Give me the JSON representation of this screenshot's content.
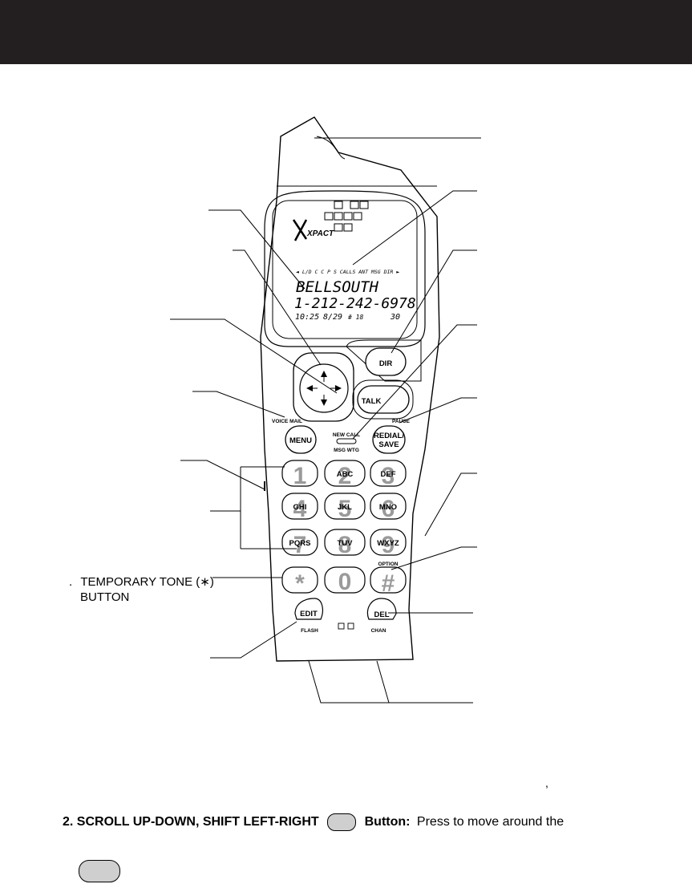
{
  "header": {
    "bar_color": "#231f20"
  },
  "handset": {
    "brand": "XPACT",
    "lcd": {
      "status_row": "◄ L/D C C P S CALLS ANT MSG DIR ►",
      "line1": "BELLSOUTH",
      "line2": "1-212-242-6978",
      "line3_time": "10:25",
      "line3_date": "8/29",
      "line3_num": "# 18",
      "line3_count": "30"
    },
    "buttons": {
      "dir": "DIR",
      "talk": "TALK",
      "menu": "MENU",
      "voice_mail": "VOICE MAIL",
      "new_call": "NEW CALL",
      "msg_wtg": "MSG WTG",
      "redial": "REDIAL/",
      "save": "SAVE",
      "pause": "PAUSE",
      "option": "OPTION",
      "edit": "EDIT",
      "flash": "FLASH",
      "del": "DEL",
      "chan": "CHAN"
    },
    "keypad": [
      {
        "digit": "1",
        "letters": ""
      },
      {
        "digit": "2",
        "letters": "ABC"
      },
      {
        "digit": "3",
        "letters": "DEF"
      },
      {
        "digit": "4",
        "letters": "GHI"
      },
      {
        "digit": "5",
        "letters": "JKL"
      },
      {
        "digit": "6",
        "letters": "MNO"
      },
      {
        "digit": "7",
        "letters": "PQRS"
      },
      {
        "digit": "8",
        "letters": "TUV"
      },
      {
        "digit": "9",
        "letters": "WXYZ"
      },
      {
        "digit": "*",
        "letters": ""
      },
      {
        "digit": "0",
        "letters": ""
      },
      {
        "digit": "#",
        "letters": ""
      }
    ]
  },
  "callouts": {
    "temporary_tone_prefix": ".",
    "temporary_tone_line1": "TEMPORARY TONE (∗)",
    "temporary_tone_line2": "BUTTON"
  },
  "body_text": {
    "stray_comma": ",",
    "item2_number": "2.",
    "item2_title": "SCROLL UP-DOWN, SHIFT LEFT-RIGHT",
    "item2_button_word": "Button:",
    "item2_text": "Press to move around the"
  }
}
